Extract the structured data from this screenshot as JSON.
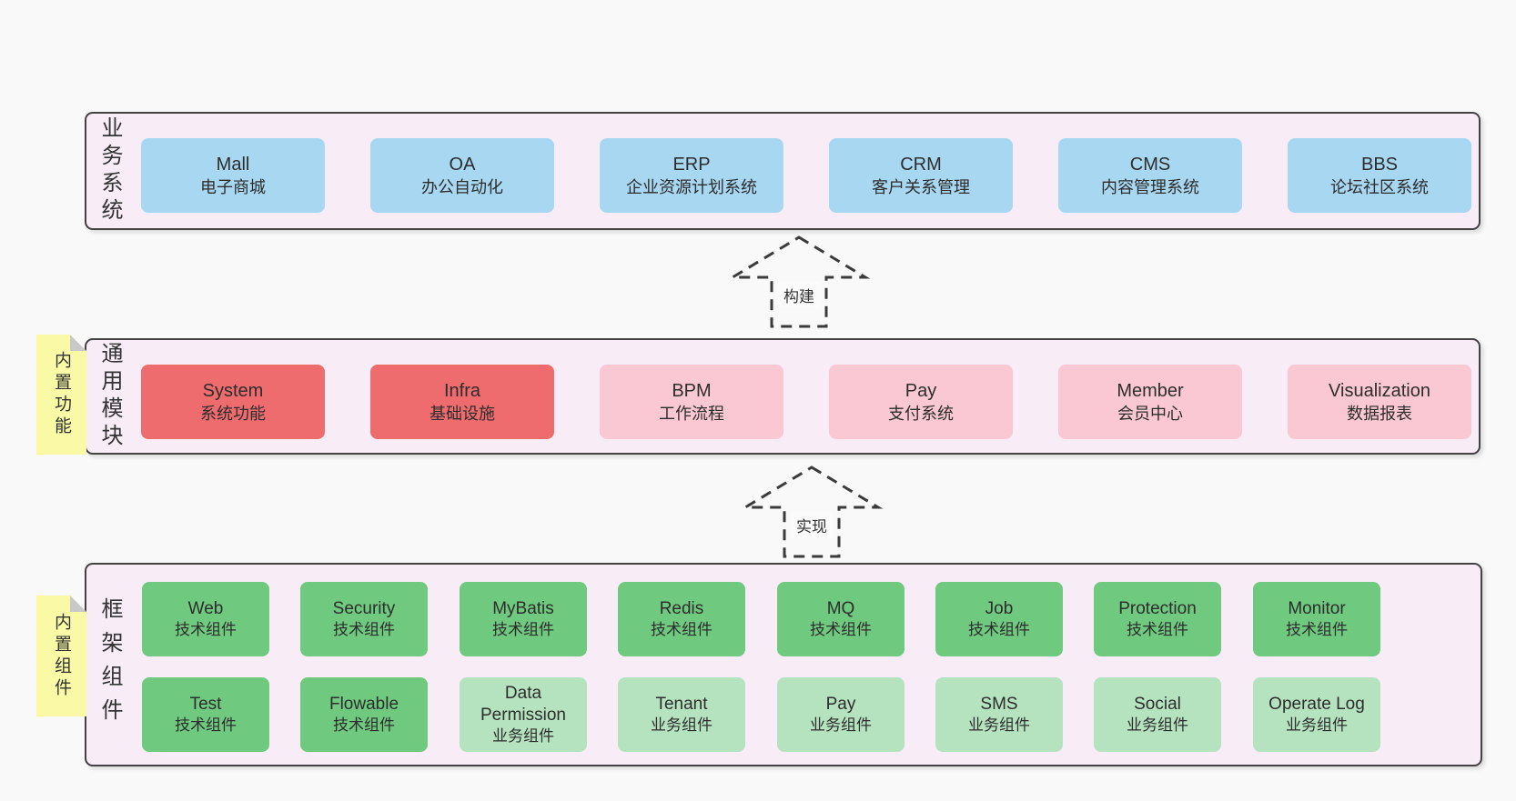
{
  "layers": {
    "business": {
      "label": "业务系统",
      "boxes": [
        {
          "name": "Mall",
          "desc": "电子商城",
          "variant": "blue"
        },
        {
          "name": "OA",
          "desc": "办公自动化",
          "variant": "blue"
        },
        {
          "name": "ERP",
          "desc": "企业资源计划系统",
          "variant": "blue"
        },
        {
          "name": "CRM",
          "desc": "客户关系管理",
          "variant": "blue"
        },
        {
          "name": "CMS",
          "desc": "内容管理系统",
          "variant": "blue"
        },
        {
          "name": "BBS",
          "desc": "论坛社区系统",
          "variant": "blue"
        }
      ]
    },
    "modules": {
      "label": "通用模块",
      "sticky": "内置功能",
      "boxes": [
        {
          "name": "System",
          "desc": "系统功能",
          "variant": "red"
        },
        {
          "name": "Infra",
          "desc": "基础设施",
          "variant": "red"
        },
        {
          "name": "BPM",
          "desc": "工作流程",
          "variant": "pink"
        },
        {
          "name": "Pay",
          "desc": "支付系统",
          "variant": "pink"
        },
        {
          "name": "Member",
          "desc": "会员中心",
          "variant": "pink"
        },
        {
          "name": "Visualization",
          "desc": "数据报表",
          "variant": "pink"
        }
      ]
    },
    "components": {
      "label": "框架组件",
      "sticky": "内置组件",
      "rows": [
        [
          {
            "name": "Web",
            "desc": "技术组件",
            "variant": "green"
          },
          {
            "name": "Security",
            "desc": "技术组件",
            "variant": "green"
          },
          {
            "name": "MyBatis",
            "desc": "技术组件",
            "variant": "green"
          },
          {
            "name": "Redis",
            "desc": "技术组件",
            "variant": "green"
          },
          {
            "name": "MQ",
            "desc": "技术组件",
            "variant": "green"
          },
          {
            "name": "Job",
            "desc": "技术组件",
            "variant": "green"
          },
          {
            "name": "Protection",
            "desc": "技术组件",
            "variant": "green"
          },
          {
            "name": "Monitor",
            "desc": "技术组件",
            "variant": "green"
          }
        ],
        [
          {
            "name": "Test",
            "desc": "技术组件",
            "variant": "green"
          },
          {
            "name": "Flowable",
            "desc": "技术组件",
            "variant": "green"
          },
          {
            "name": "Data Permission",
            "desc": "业务组件",
            "variant": "light-green"
          },
          {
            "name": "Tenant",
            "desc": "业务组件",
            "variant": "light-green"
          },
          {
            "name": "Pay",
            "desc": "业务组件",
            "variant": "light-green"
          },
          {
            "name": "SMS",
            "desc": "业务组件",
            "variant": "light-green"
          },
          {
            "name": "Social",
            "desc": "业务组件",
            "variant": "light-green"
          },
          {
            "name": "Operate Log",
            "desc": "业务组件",
            "variant": "light-green"
          }
        ]
      ]
    }
  },
  "arrows": [
    {
      "label": "构建"
    },
    {
      "label": "实现"
    }
  ],
  "colors": {
    "page_bg": "#f9f9f9",
    "panel_bg": "#f8edf6",
    "panel_border": "#424242",
    "business_box": "#a8d7f2",
    "core_module_box": "#ee6b6e",
    "optional_module_box": "#f9c8d2",
    "tech_component_box": "#6fca7f",
    "biz_component_box": "#b5e3bf",
    "sticky_note": "#fafaa6",
    "sticky_fold": "#c9c9c9",
    "text": "#2d2d2d"
  }
}
